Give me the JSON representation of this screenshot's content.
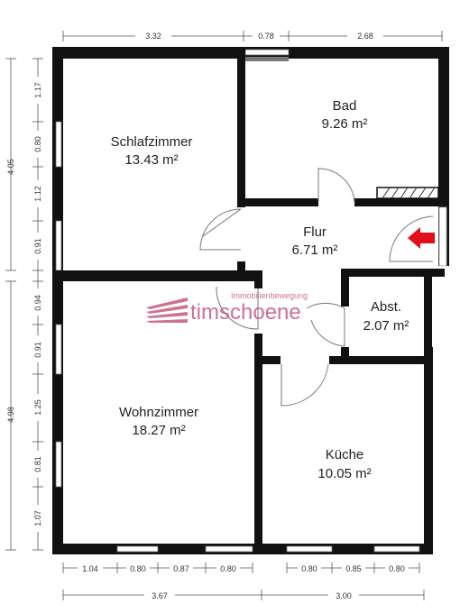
{
  "rooms": [
    {
      "name": "Schlafzimmer",
      "area": "13.43 m²"
    },
    {
      "name": "Bad",
      "area": "9.26 m²"
    },
    {
      "name": "Flur",
      "area": "6.71 m²"
    },
    {
      "name": "Abst.",
      "area": "2.07 m²"
    },
    {
      "name": "Wohnzimmer",
      "area": "18.27 m²"
    },
    {
      "name": "Küche",
      "area": "10.05 m²"
    }
  ],
  "dimensions": {
    "top": [
      "3.32",
      "0.78",
      "2.68"
    ],
    "left_outer": [
      "4.05",
      "4.98"
    ],
    "left_inner": [
      "1.17",
      "0.80",
      "1.12",
      "0.91",
      "0.94",
      "0.91",
      "1.25",
      "0.81",
      "1.07"
    ],
    "bottom_inner": [
      "1.04",
      "0.80",
      "0.87",
      "0.80",
      "0.80",
      "0.85",
      "0.80"
    ],
    "bottom_outer": [
      "3.67",
      "3.00"
    ]
  },
  "logo": {
    "tagline": "Immobilienbewegung",
    "brand": "timschoene"
  },
  "colors": {
    "wall": "#111111",
    "entrance_arrow": "#e0101a",
    "logo": "#c45a78",
    "dim": "#333333"
  }
}
